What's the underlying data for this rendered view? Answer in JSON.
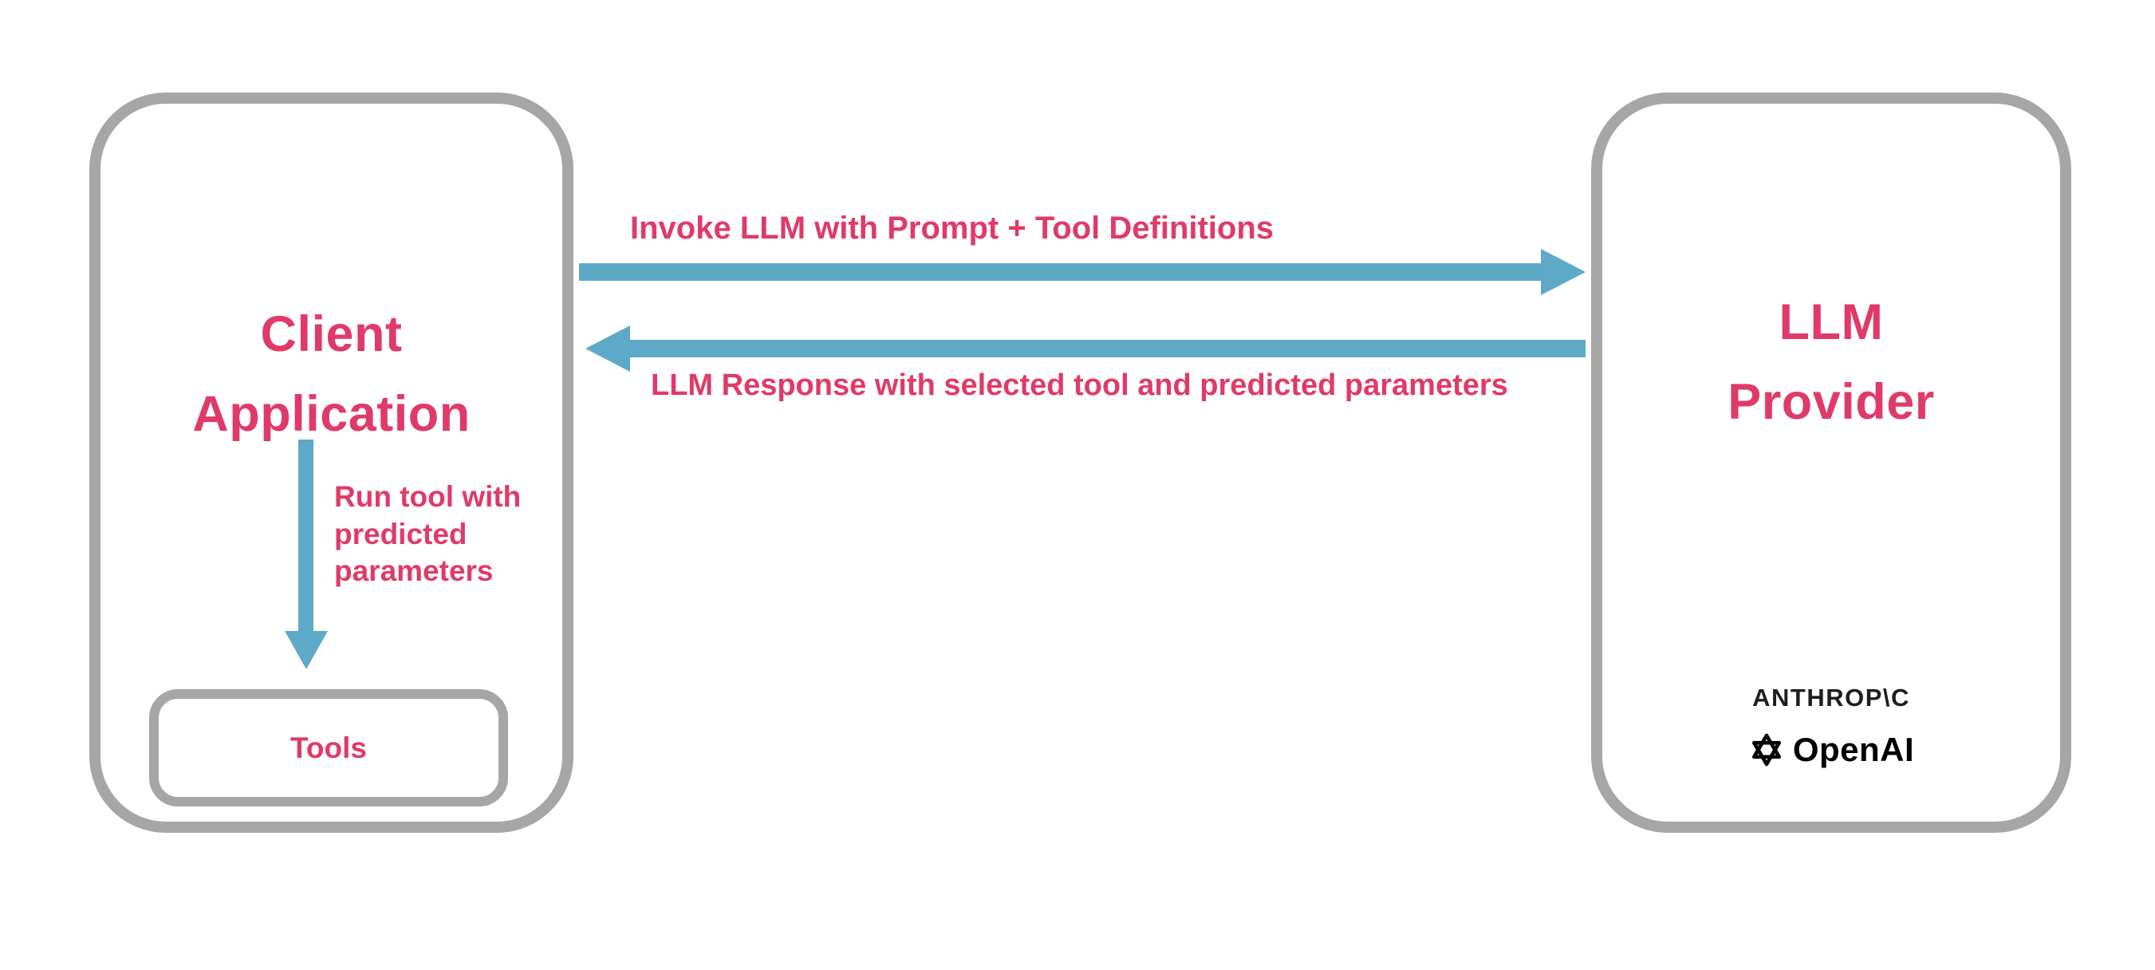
{
  "colors": {
    "accent_pink": "#e03a68",
    "arrow_teal": "#5ea9c7",
    "box_border_gray": "#a6a6a6",
    "logo_black": "#1e1e1e"
  },
  "client_box": {
    "title": "Client\nApplication",
    "run_tool_label": "Run tool with\npredicted\nparameters",
    "tools_label": "Tools"
  },
  "flows": {
    "invoke_label": "Invoke LLM with Prompt + Tool Definitions",
    "response_label": "LLM Response with selected tool and predicted parameters"
  },
  "provider_box": {
    "title": "LLM\nProvider",
    "anthropic_label": "ANTHROP\\C",
    "openai_label": "OpenAI"
  }
}
